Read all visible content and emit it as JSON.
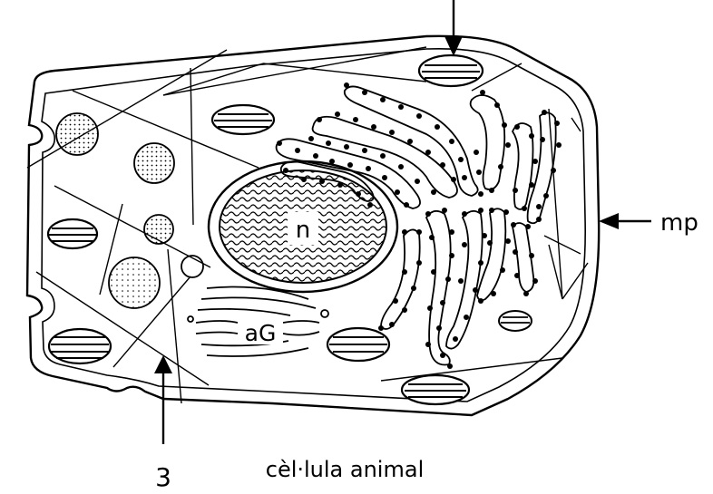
{
  "labels": {
    "nucleus": "n",
    "golgi": "aG",
    "membrane": "mp",
    "pointer_3": "3",
    "caption": "cèl·lula animal"
  },
  "colors": {
    "ink": "#000000",
    "paper": "#ffffff"
  }
}
